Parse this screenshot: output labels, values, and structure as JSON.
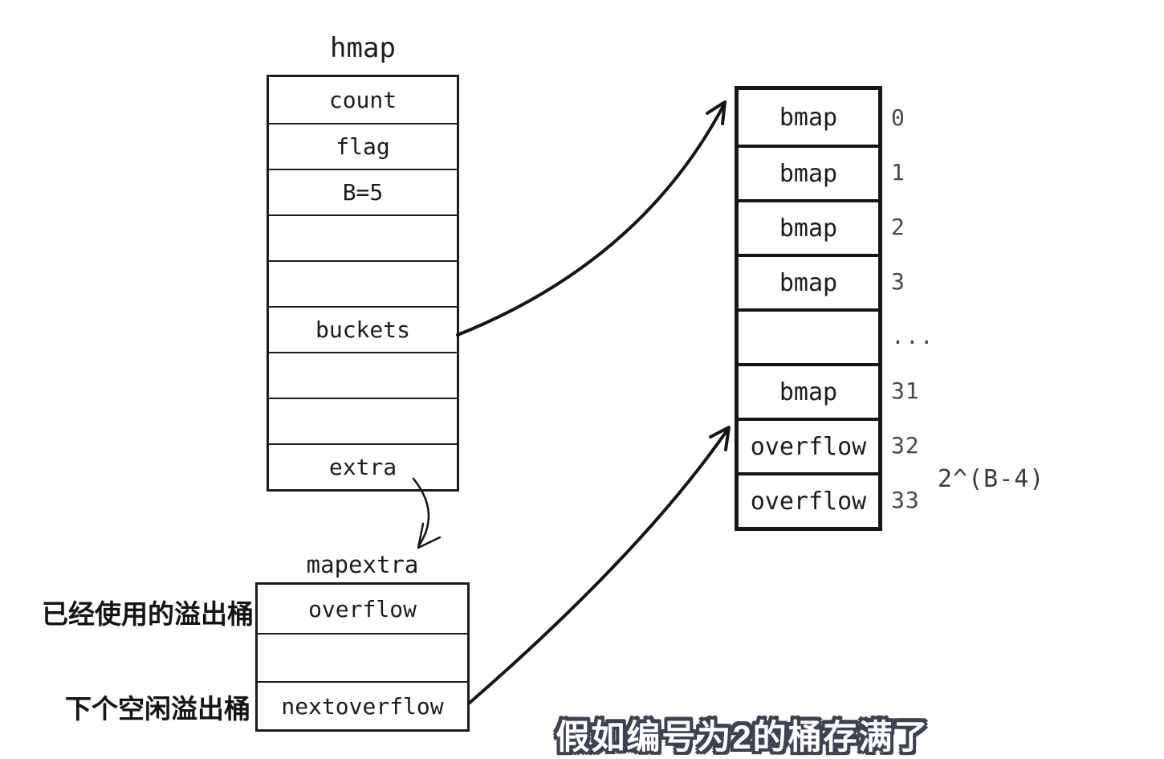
{
  "hmap": {
    "title": "hmap",
    "rows": [
      "count",
      "flag",
      "B=5",
      "",
      "",
      "buckets",
      "",
      "",
      "extra"
    ]
  },
  "bmap_array": {
    "rows": [
      {
        "cell": "bmap",
        "index": "0"
      },
      {
        "cell": "bmap",
        "index": "1"
      },
      {
        "cell": "bmap",
        "index": "2"
      },
      {
        "cell": "bmap",
        "index": "3"
      },
      {
        "cell": "",
        "index": "..."
      },
      {
        "cell": "bmap",
        "index": "31"
      },
      {
        "cell": "overflow",
        "index": "32"
      },
      {
        "cell": "overflow",
        "index": "33"
      }
    ],
    "size_note": "2^(B-4)"
  },
  "mapextra": {
    "title": "mapextra",
    "rows": [
      "overflow",
      "",
      "nextoverflow"
    ],
    "labels": {
      "used_overflow": "已经使用的溢出桶",
      "next_free_overflow": "下个空闲溢出桶"
    }
  },
  "subtitle": "假如编号为2的桶存满了",
  "colors": {
    "ink": "#1c1c1c",
    "index_gray": "#474747",
    "subtitle_fill": "#ffffff",
    "subtitle_outline": "#3d4251",
    "background": "#ffffff"
  }
}
